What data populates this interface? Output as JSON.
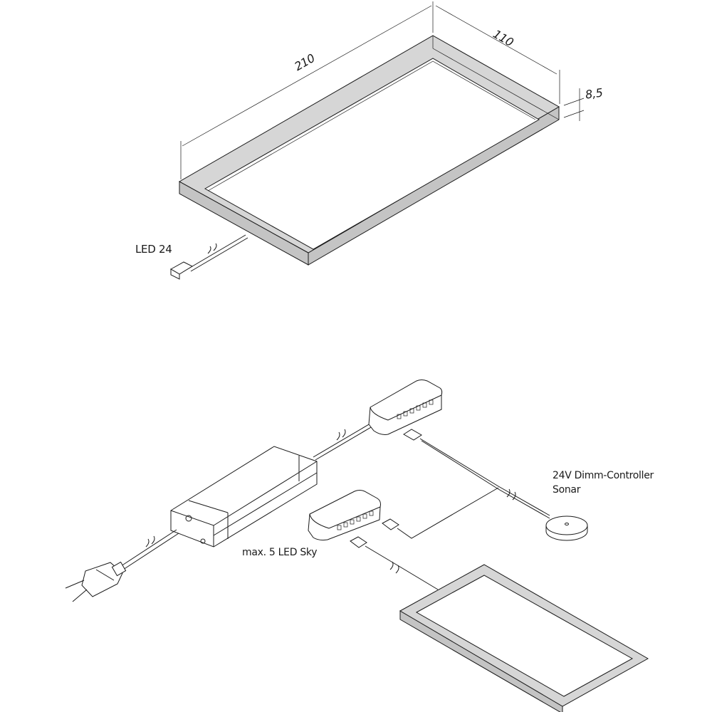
{
  "dimensions": {
    "length": "210",
    "width": "110",
    "height": "8,5"
  },
  "labels": {
    "panel": "LED 24",
    "controller_line1": "24V Dimm-Controller",
    "controller_line2": "Sonar",
    "max_note": "max. 5 LED Sky"
  },
  "colors": {
    "frame": "#d6d6d6",
    "line": "#1a1a1a"
  }
}
